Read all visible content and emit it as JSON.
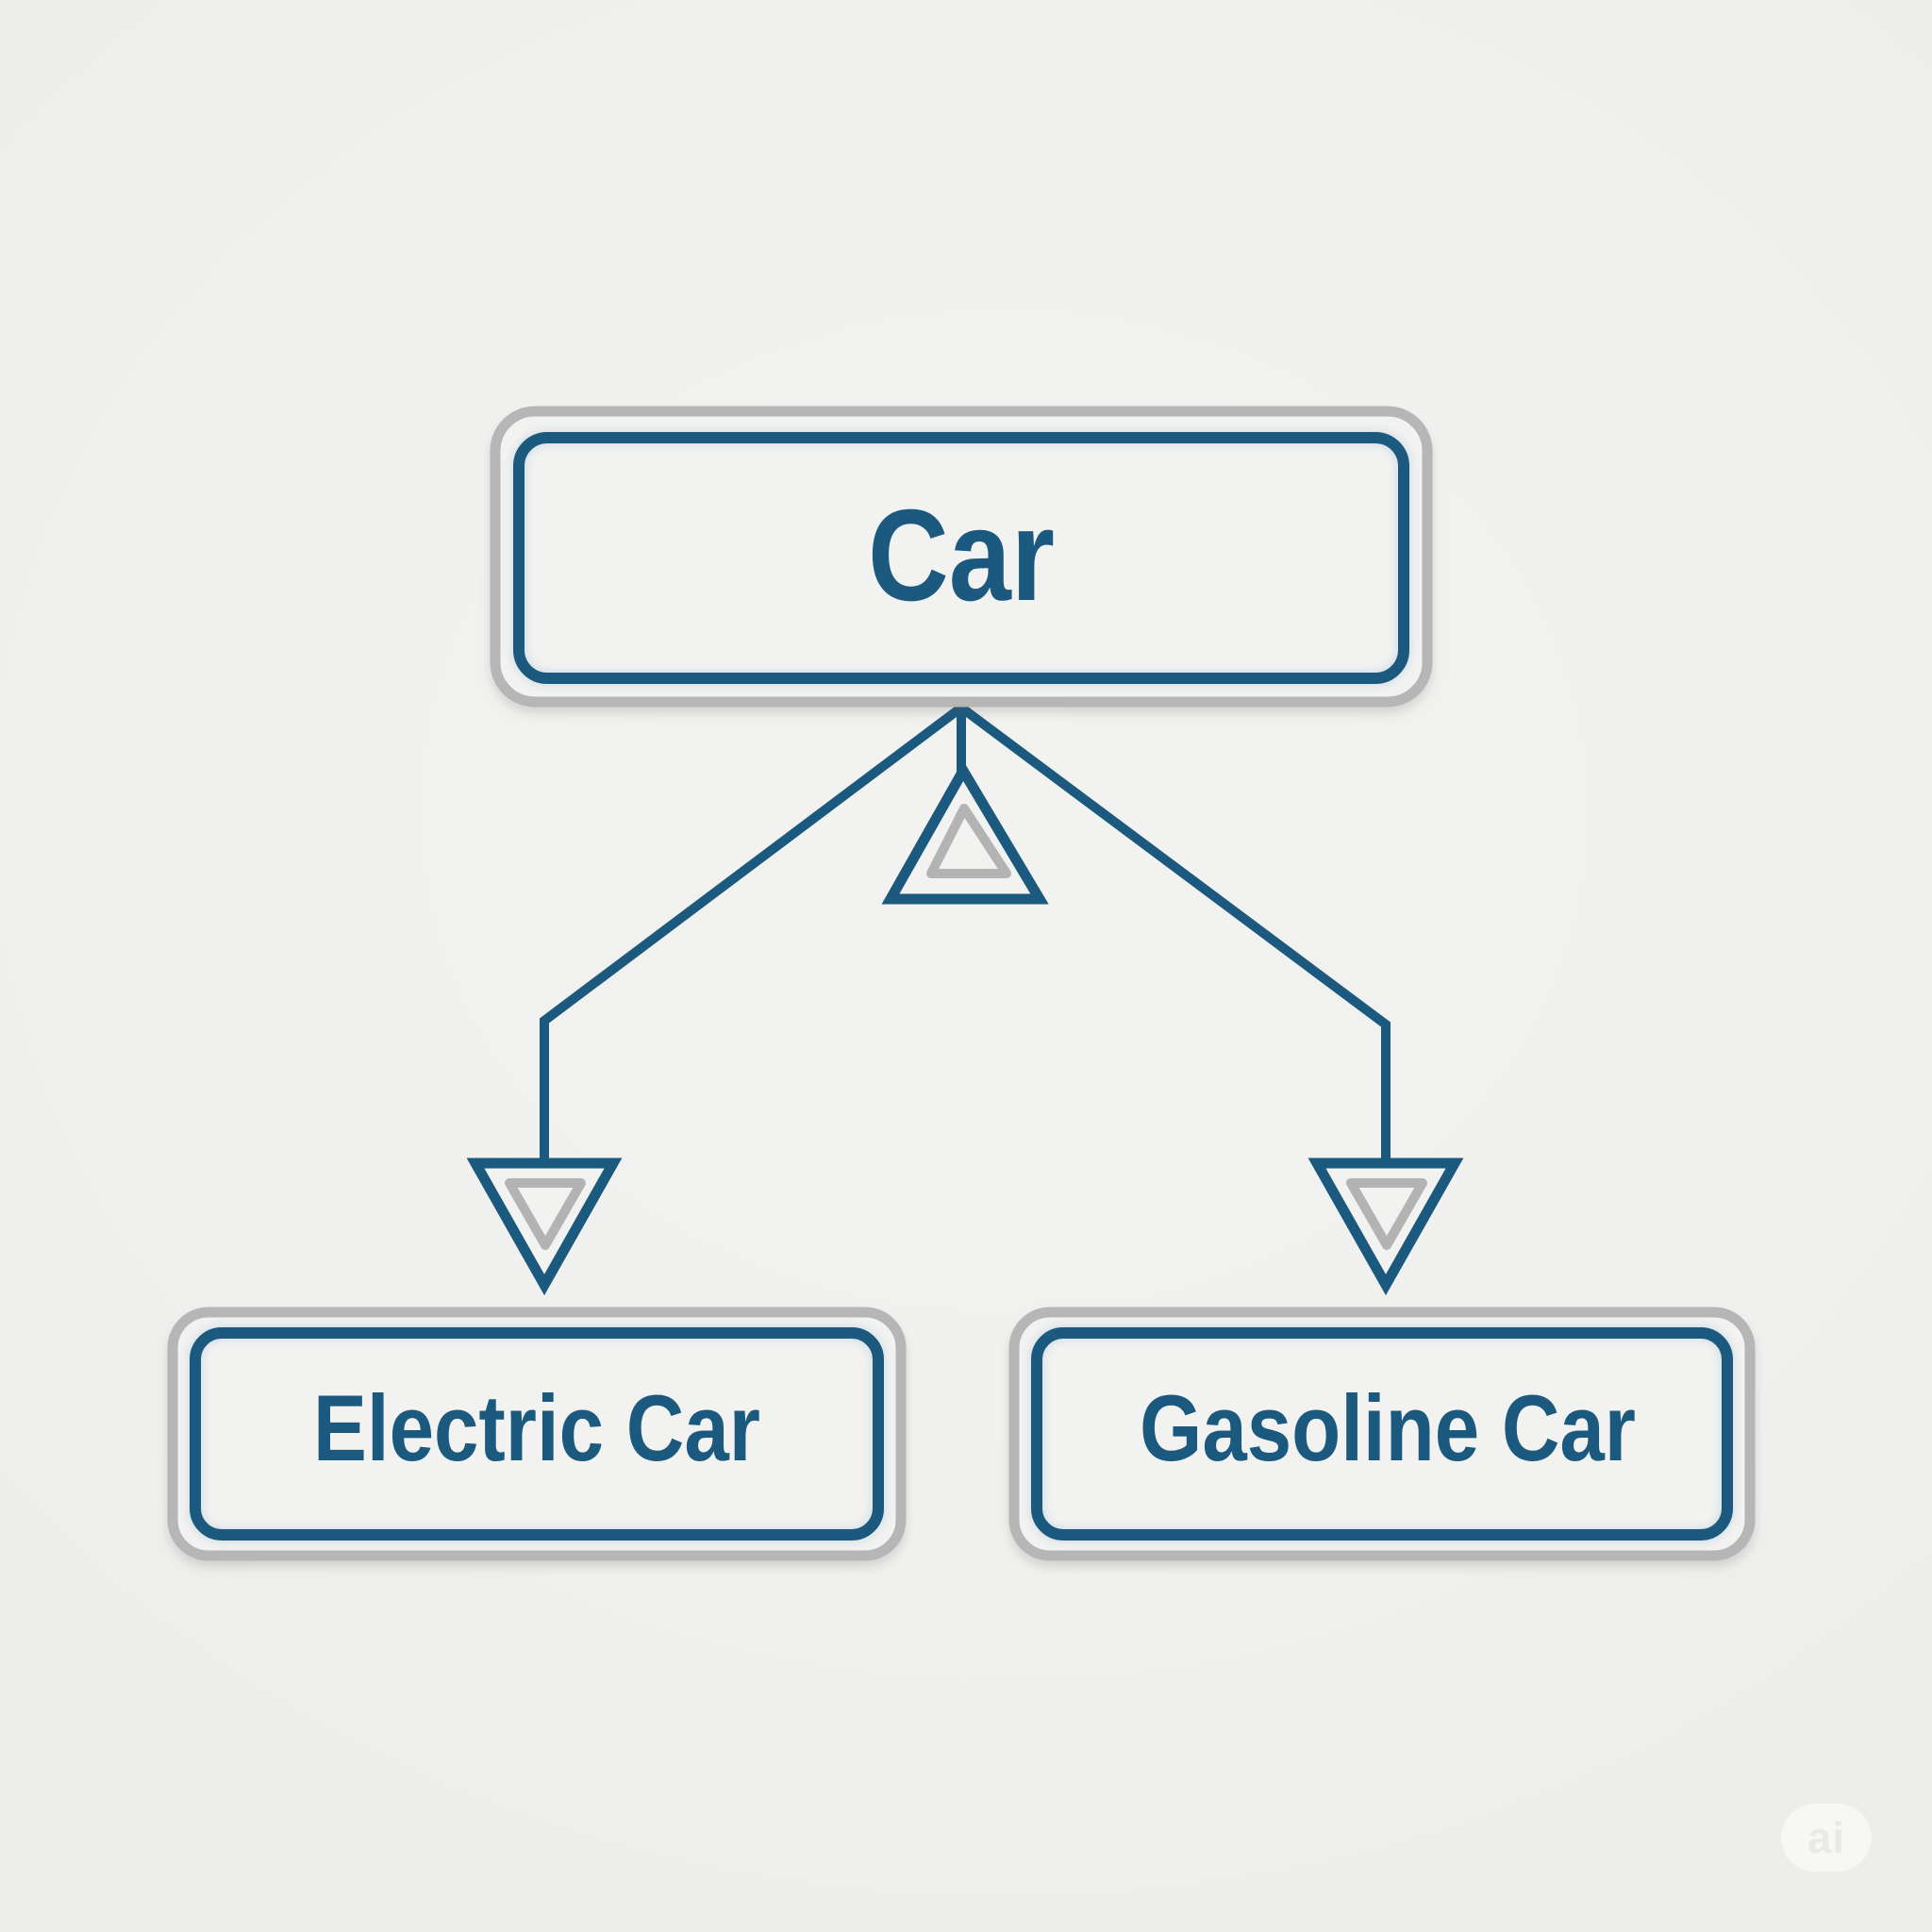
{
  "diagram": {
    "type": "uml-class-inheritance",
    "nodes": [
      {
        "id": "car",
        "label": "Car",
        "role": "parent"
      },
      {
        "id": "electric-car",
        "label": "Electric Car",
        "role": "child"
      },
      {
        "id": "gasoline-car",
        "label": "Gasoline Car",
        "role": "child"
      }
    ],
    "edges": [
      {
        "from": "electric-car",
        "to": "car",
        "type": "generalization"
      },
      {
        "from": "gasoline-car",
        "to": "car",
        "type": "generalization"
      }
    ]
  },
  "watermark": {
    "label": "ai"
  },
  "colors": {
    "canvas-bg": "#f0f0ee",
    "canvas-bg-light": "#f2f2f0",
    "canvas-bg-dim": "#ededeb",
    "node-fill": "#f2f2f1",
    "ink-blue": "#1b597f",
    "border-gray": "#b6b6b6",
    "accent-gray": "#b3b3b3",
    "watermark-bg": "#f7f7f6",
    "watermark-text": "#e9e9e7"
  }
}
